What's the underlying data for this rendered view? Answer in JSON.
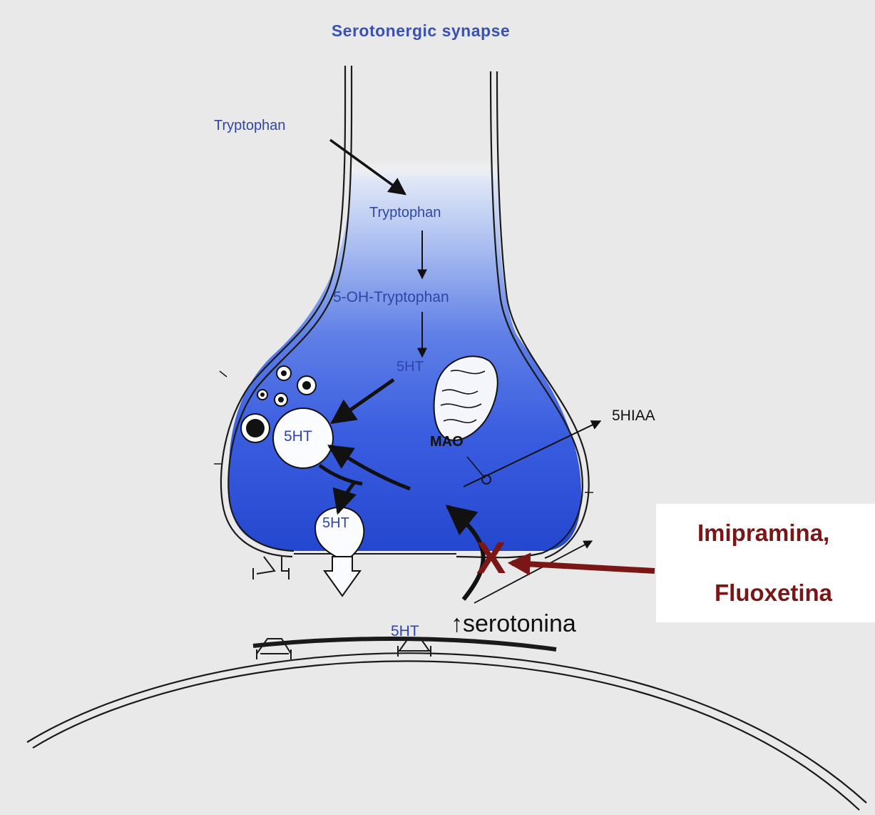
{
  "title": "Serotonergic synapse",
  "labels": {
    "tryptophan_outside": "Tryptophan",
    "tryptophan_inside": "Tryptophan",
    "oh_tryptophan": "5-OH-Tryptophan",
    "fiveht_cyto": "5HT",
    "fiveht_vesicle": "5HT",
    "fiveht_release": "5HT",
    "fiveht_cleft": "5HT",
    "mao": "MAO",
    "metabolite": "5HIAA",
    "serotonina": "↑serotonina",
    "x_mark": "X"
  },
  "drugs": {
    "drug1": "Imipramina,",
    "drug2": "Fluoxetina"
  },
  "colors": {
    "background": "#e9e9e9",
    "terminal_blue": "#2a4fd6",
    "label_blue": "#2f46a8",
    "inhibitor_red": "#7b1616"
  }
}
